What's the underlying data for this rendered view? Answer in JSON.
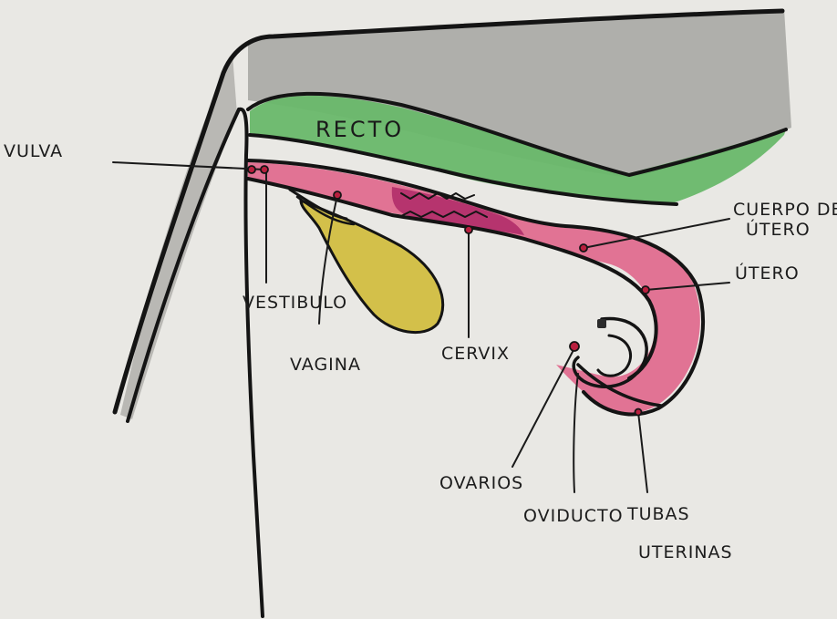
{
  "diagram": {
    "labels": {
      "recto": "RECTO",
      "vulva": "VULVA",
      "vestibulo": "VESTIBULO",
      "vagina": "VAGINA",
      "cervix": "CERVIX",
      "cuerpo_line1": "CUERPO DEL",
      "cuerpo_line2": "ÚTERO",
      "utero": "ÚTERO",
      "ovarios": "OVARIOS",
      "oviducto": "OVIDUCTO",
      "tubas_line1": "TUBAS",
      "tubas_line2": "UTERINAS"
    },
    "colors": {
      "paper": "#e9e8e4",
      "body_shading": "#a9a8a4",
      "rectum": "#69b86a",
      "reproductive_tract": "#e06d8f",
      "cervix": "#b3306b",
      "bladder": "#d3c04a",
      "ink": "#141414"
    }
  }
}
